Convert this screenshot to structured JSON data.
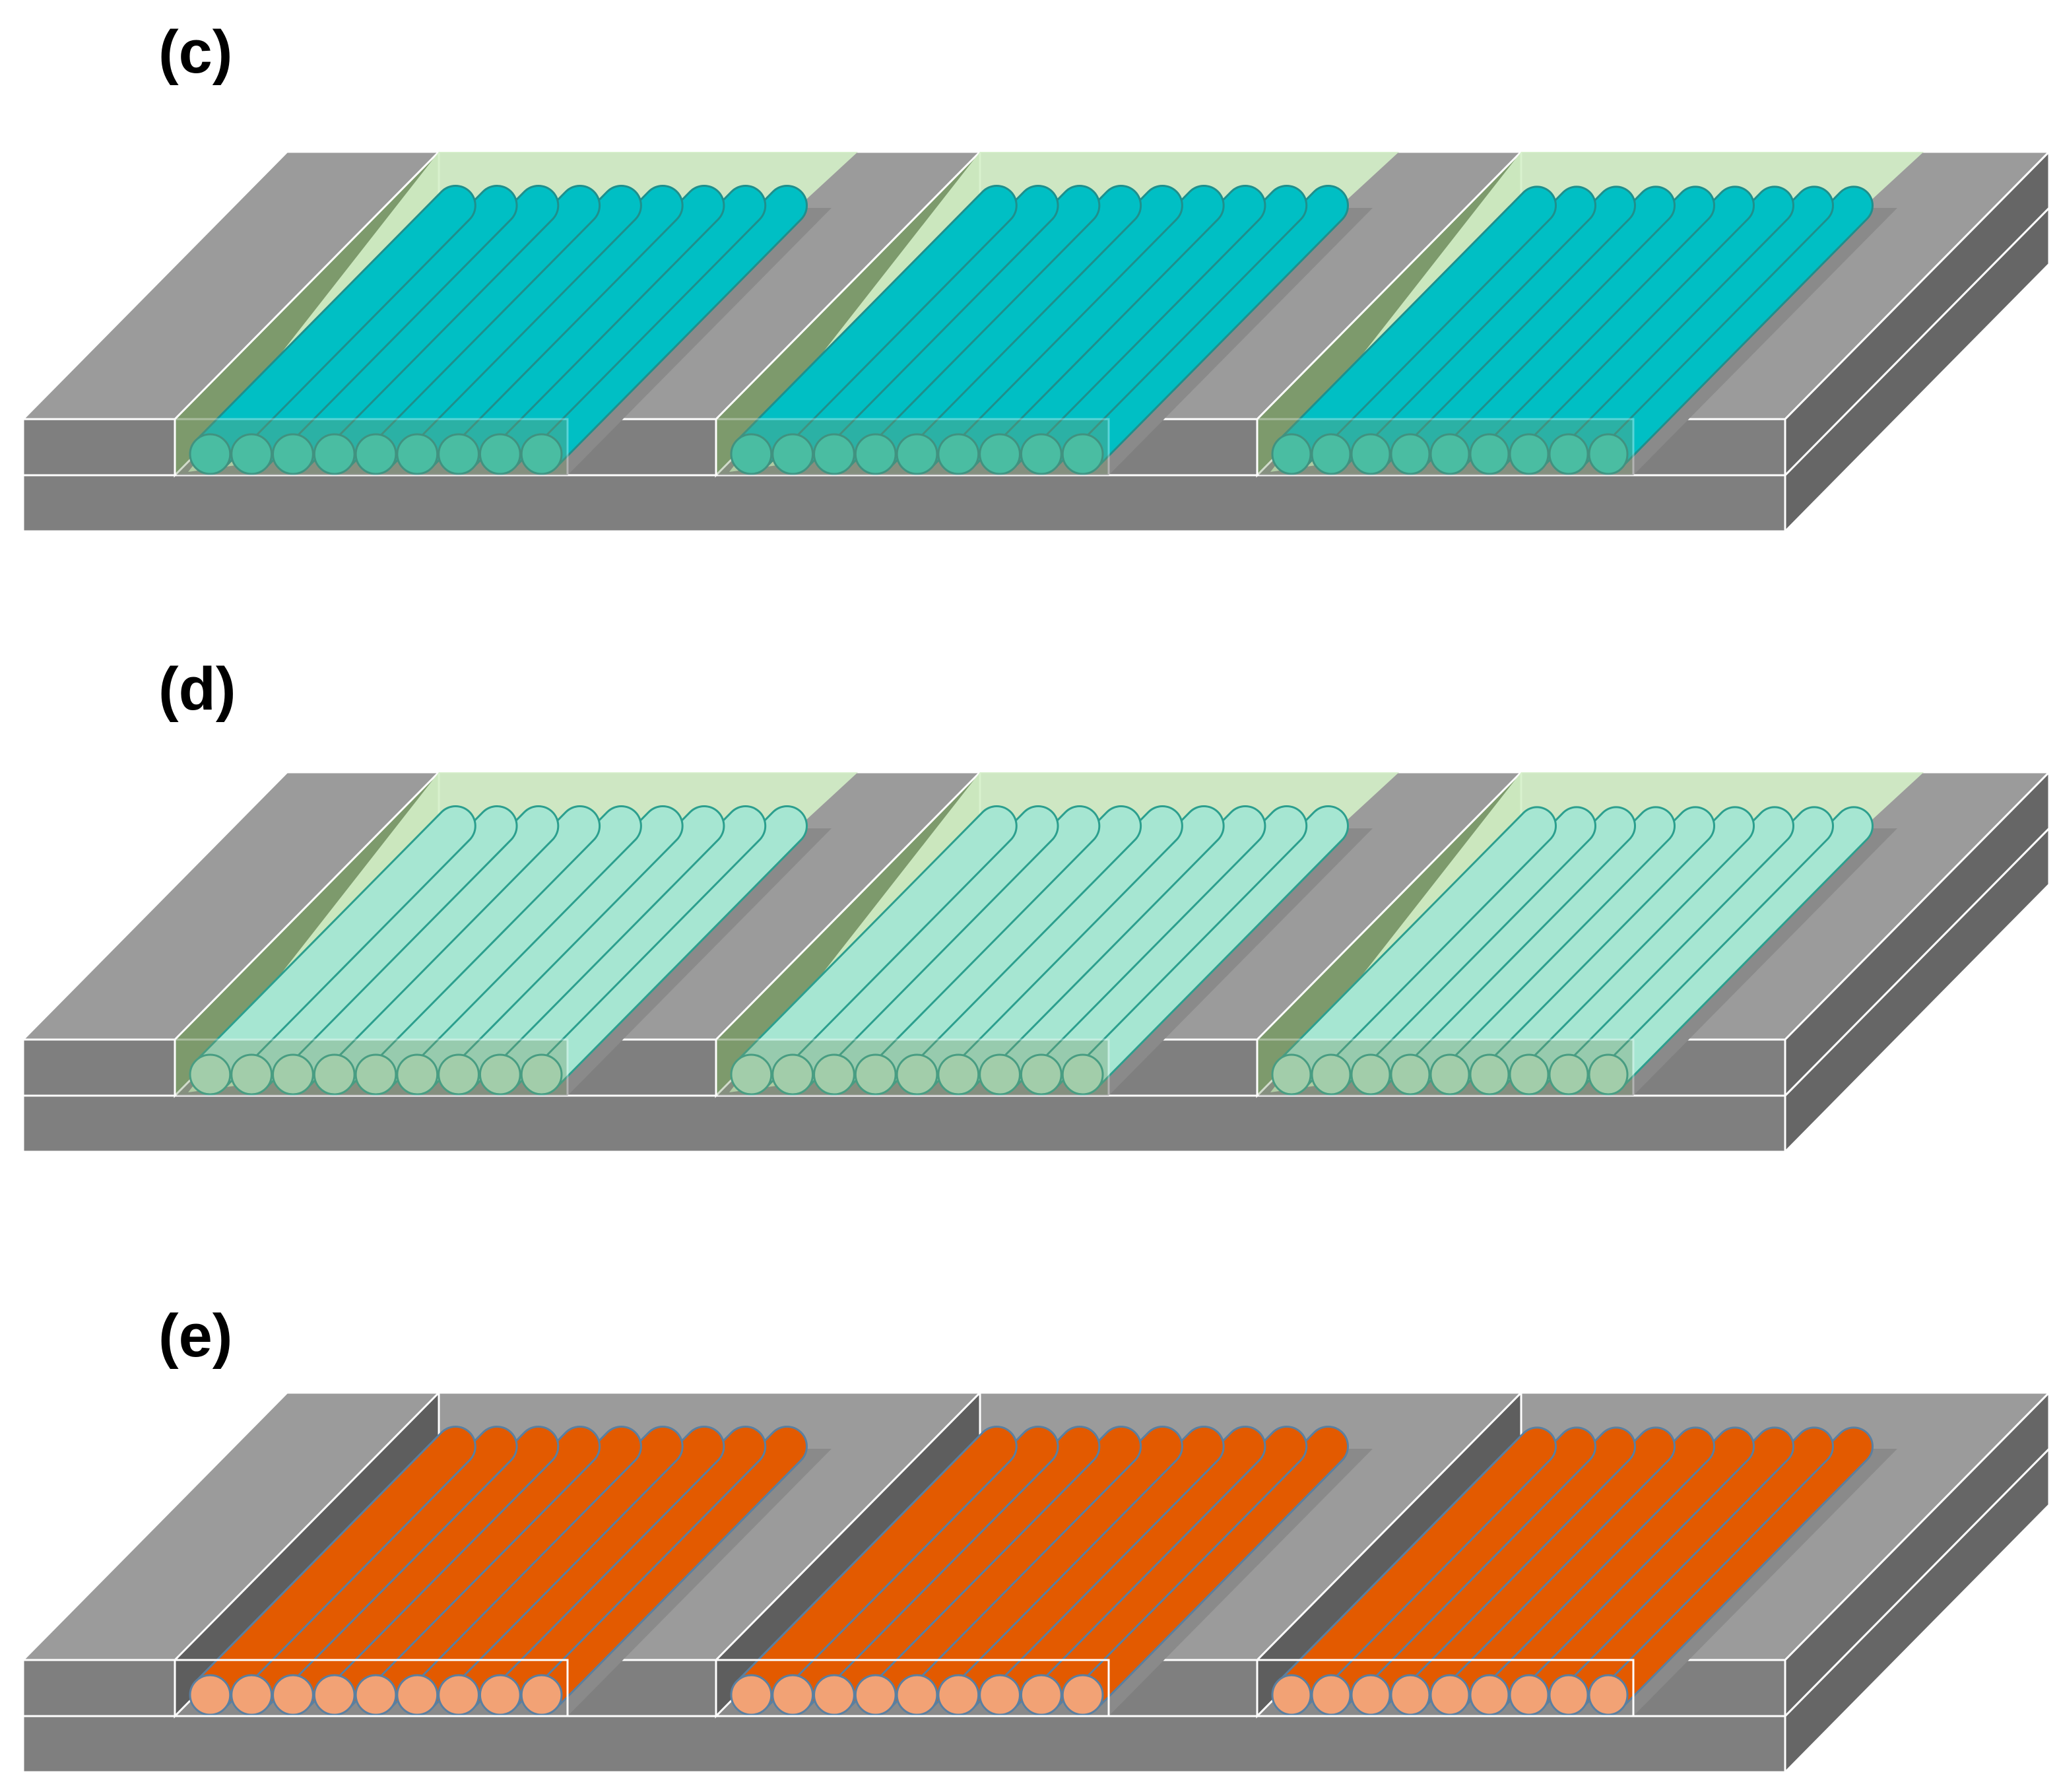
{
  "colors": {
    "substrate_top": "#9b9b9b",
    "substrate_front": "#7f7f7f",
    "substrate_side": "#666666",
    "outline": "#ffffff"
  },
  "panels": [
    {
      "label": "(c)",
      "matrix": "green-gel",
      "fiber_color": "#00bfc4",
      "fiber_stroke": "#1f8f8c",
      "end_color": "#2fd0c0",
      "gel_light": "#d4f0c8",
      "gel_dark": "#7d9a6c",
      "fibers_per_channel": 9,
      "channels": 3
    },
    {
      "label": "(d)",
      "matrix": "green-gel",
      "fiber_color": "#a6e6d2",
      "fiber_stroke": "#2c9f8e",
      "end_color": "#b7e9cd",
      "gel_light": "#d4f0c8",
      "gel_dark": "#7d9a6c",
      "fibers_per_channel": 9,
      "channels": 3
    },
    {
      "label": "(e)",
      "matrix": "none",
      "fiber_color": "#e35a00",
      "fiber_stroke": "#5a7fa0",
      "end_color": "#f2a275",
      "gel_light": "",
      "gel_dark": "",
      "fibers_per_channel": 9,
      "channels": 3
    }
  ]
}
